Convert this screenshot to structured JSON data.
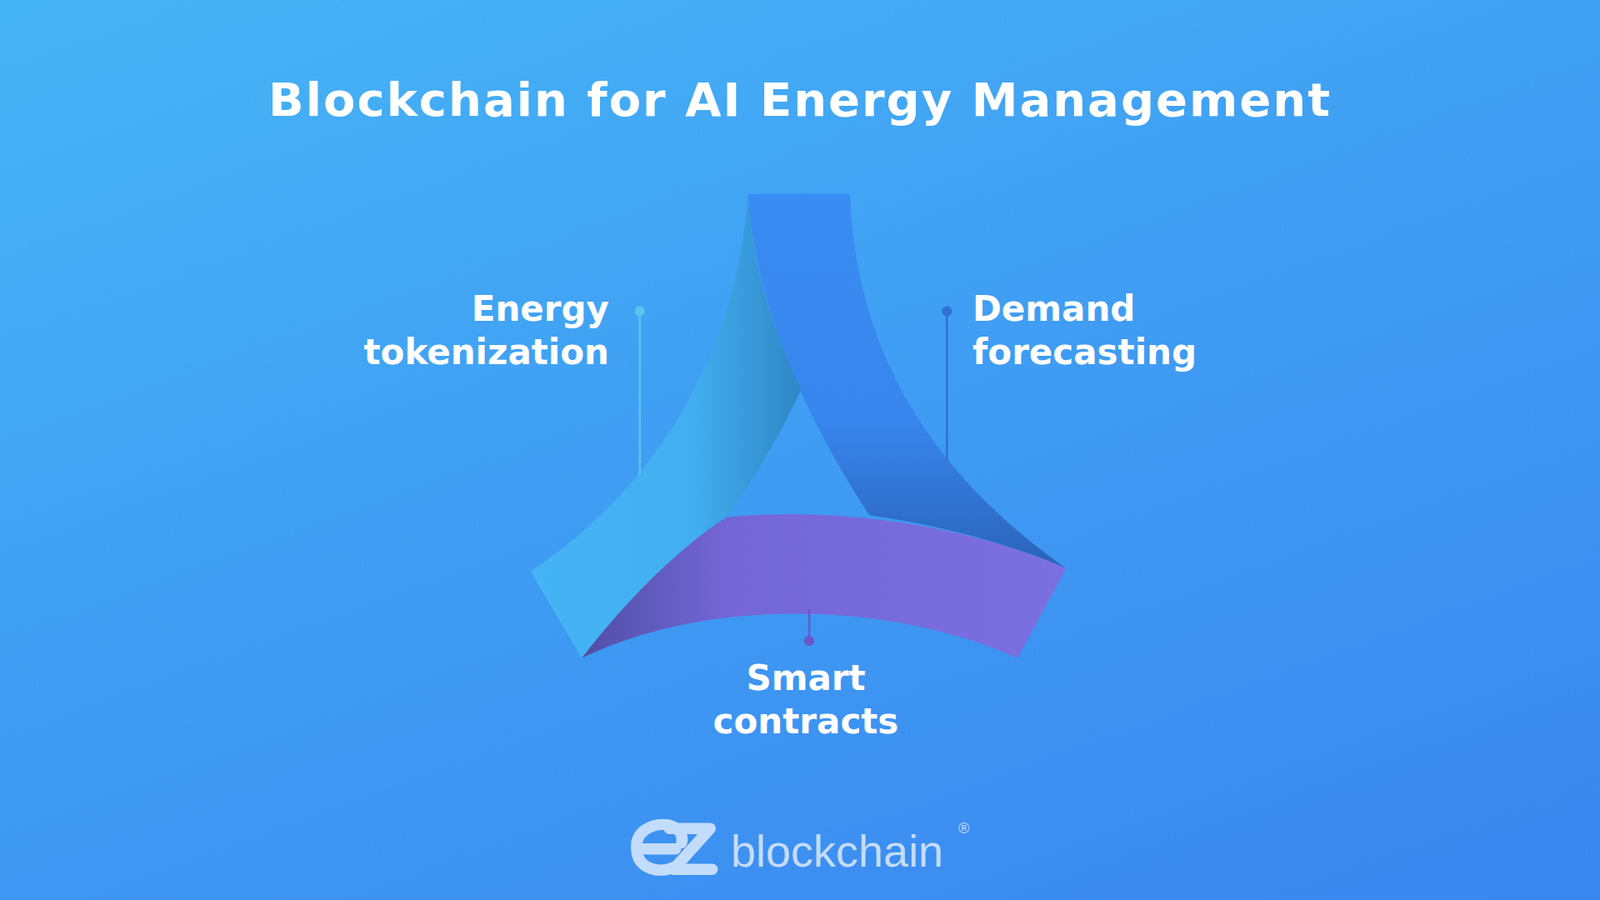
{
  "diagram": {
    "title": "Blockchain for AI Energy Management",
    "labels": [
      "Energy tokenization",
      "Demand forecasting",
      "Smart contracts",
      "blockchain",
      "®"
    ]
  }
}
